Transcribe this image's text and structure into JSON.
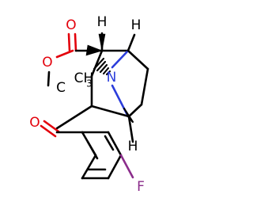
{
  "molecule": {
    "colors": {
      "carbon": "#000000",
      "oxygen": "#e3000b",
      "nitrogen": "#2b3ddb",
      "fluorine": "#8b2d8b",
      "background": "#ffffff"
    },
    "atoms": {
      "o_carbonyl_top": "O",
      "o_ester_upper": "O",
      "n_bridge": "N",
      "ch3_main": "CH",
      "ch3_sub": "3",
      "o_carbonyl_lower": "O",
      "f_para": "F",
      "h_top": "H",
      "h_upper_alpha": "H",
      "h_lower": "H",
      "methyl_c": "C"
    }
  }
}
